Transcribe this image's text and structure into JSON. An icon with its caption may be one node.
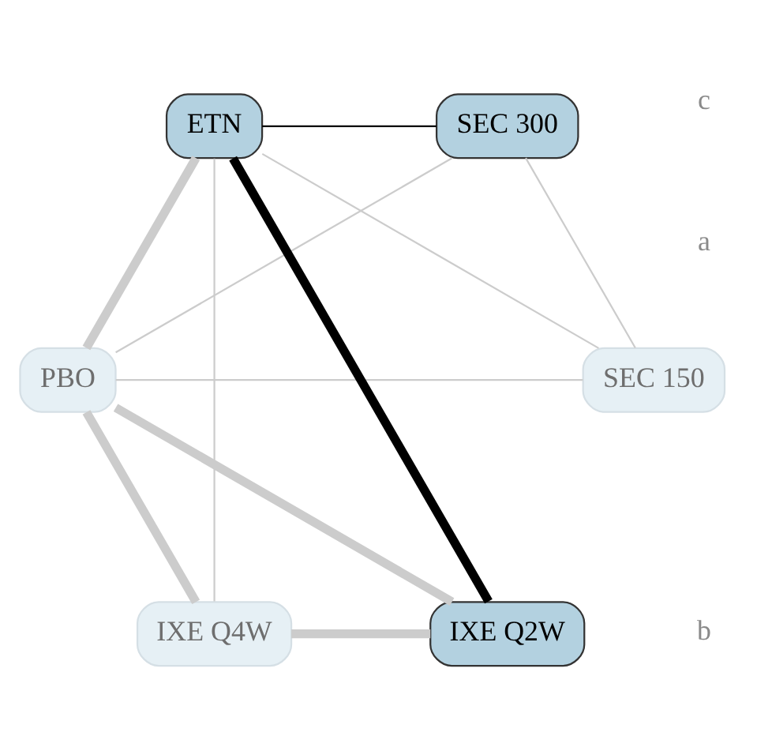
{
  "diagram": {
    "nodes": [
      {
        "text": [
          "PBO"
        ]
      },
      {
        "text": [
          "IXE Q2W"
        ]
      },
      {
        "text": [
          "SEC 150"
        ]
      },
      {
        "text": [
          "IXE Q4W"
        ]
      },
      {
        "text": [
          "SEC 300"
        ]
      },
      {
        "text": [
          "ETN"
        ]
      }
    ],
    "edges": [
      {
        "from": 0,
        "to": 1,
        "arrow": "none",
        "style": "thick"
      },
      {
        "from": 0,
        "to": 3,
        "arrow": "none",
        "style": "thick"
      },
      {
        "from": 0,
        "to": 5,
        "arrow": "none",
        "style": "thick"
      },
      {
        "from": 0,
        "to": 2,
        "arrow": "none"
      },
      {
        "from": 0,
        "to": 4,
        "arrow": "none"
      },
      {
        "from": 1,
        "to": 3,
        "arrow": "none",
        "style": "thick"
      },
      {
        "from": 1,
        "to": 5,
        "arrow": "none",
        "style": "thick",
        "color": "#000000"
      },
      {
        "from": 3,
        "to": 5,
        "arrow": "none"
      },
      {
        "from": 2,
        "to": 4,
        "arrow": "none"
      },
      {
        "from": 2,
        "to": 5,
        "arrow": "none"
      },
      {
        "from": 4,
        "to": 5,
        "arrow": "none",
        "color": "#000000"
      }
    ],
    "labels": [
      "b",
      "a",
      "c"
    ]
  }
}
